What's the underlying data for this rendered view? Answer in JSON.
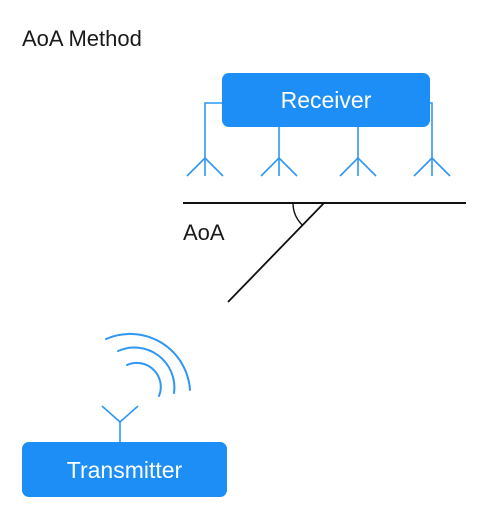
{
  "title": "AoA Method",
  "receiver": {
    "label": "Receiver"
  },
  "transmitter": {
    "label": "Transmitter"
  },
  "angle": {
    "label": "AoA"
  },
  "colors": {
    "box_fill": "#1c8ef6",
    "antenna": "#2f97f2",
    "line": "#111111",
    "text": "#1a1a1a"
  },
  "icons": {
    "receiver_antennas": [
      "antenna-icon",
      "antenna-icon",
      "antenna-icon",
      "antenna-icon"
    ],
    "transmitter_antenna": "antenna-icon",
    "signal": "signal-waves-icon"
  }
}
